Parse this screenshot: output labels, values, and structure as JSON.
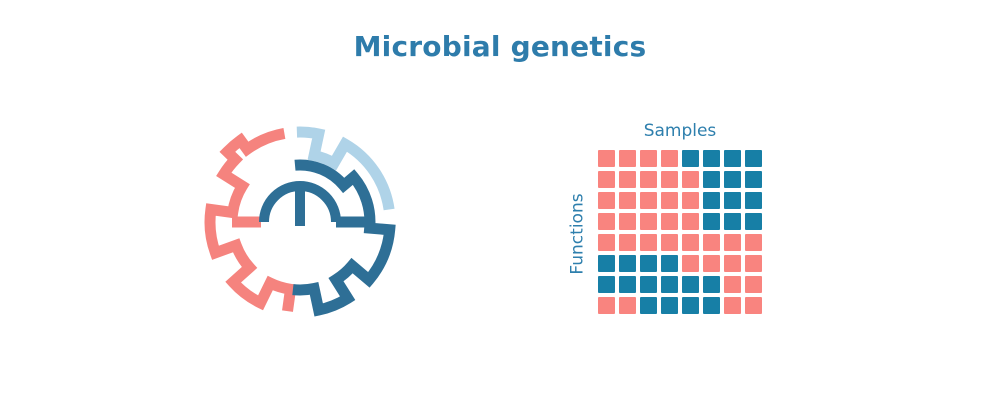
{
  "title": "Microbial genetics",
  "colors": {
    "title": "#2e7cab",
    "label": "#2e7fad",
    "icon_pink": "#f5837e",
    "icon_dark_blue": "#2e6f96",
    "icon_light_blue": "#afd3e8"
  },
  "chart_data": {
    "type": "heatmap",
    "xlabel": "Samples",
    "ylabel": "Functions",
    "n_rows": 8,
    "n_cols": 8,
    "cells": [
      [
        "P",
        "P",
        "P",
        "P",
        "B",
        "B",
        "B",
        "B"
      ],
      [
        "P",
        "P",
        "P",
        "P",
        "P",
        "B",
        "B",
        "B"
      ],
      [
        "P",
        "P",
        "P",
        "P",
        "P",
        "B",
        "B",
        "B"
      ],
      [
        "P",
        "P",
        "P",
        "P",
        "P",
        "B",
        "B",
        "B"
      ],
      [
        "P",
        "P",
        "P",
        "P",
        "P",
        "P",
        "P",
        "P"
      ],
      [
        "B",
        "B",
        "B",
        "B",
        "P",
        "P",
        "P",
        "P"
      ],
      [
        "B",
        "B",
        "B",
        "B",
        "B",
        "B",
        "P",
        "P"
      ],
      [
        "P",
        "P",
        "B",
        "B",
        "B",
        "B",
        "P",
        "P"
      ]
    ],
    "cell_colors": {
      "P": "#f9847f",
      "B": "#177fa6"
    },
    "legend_position": "none",
    "grid": false
  }
}
